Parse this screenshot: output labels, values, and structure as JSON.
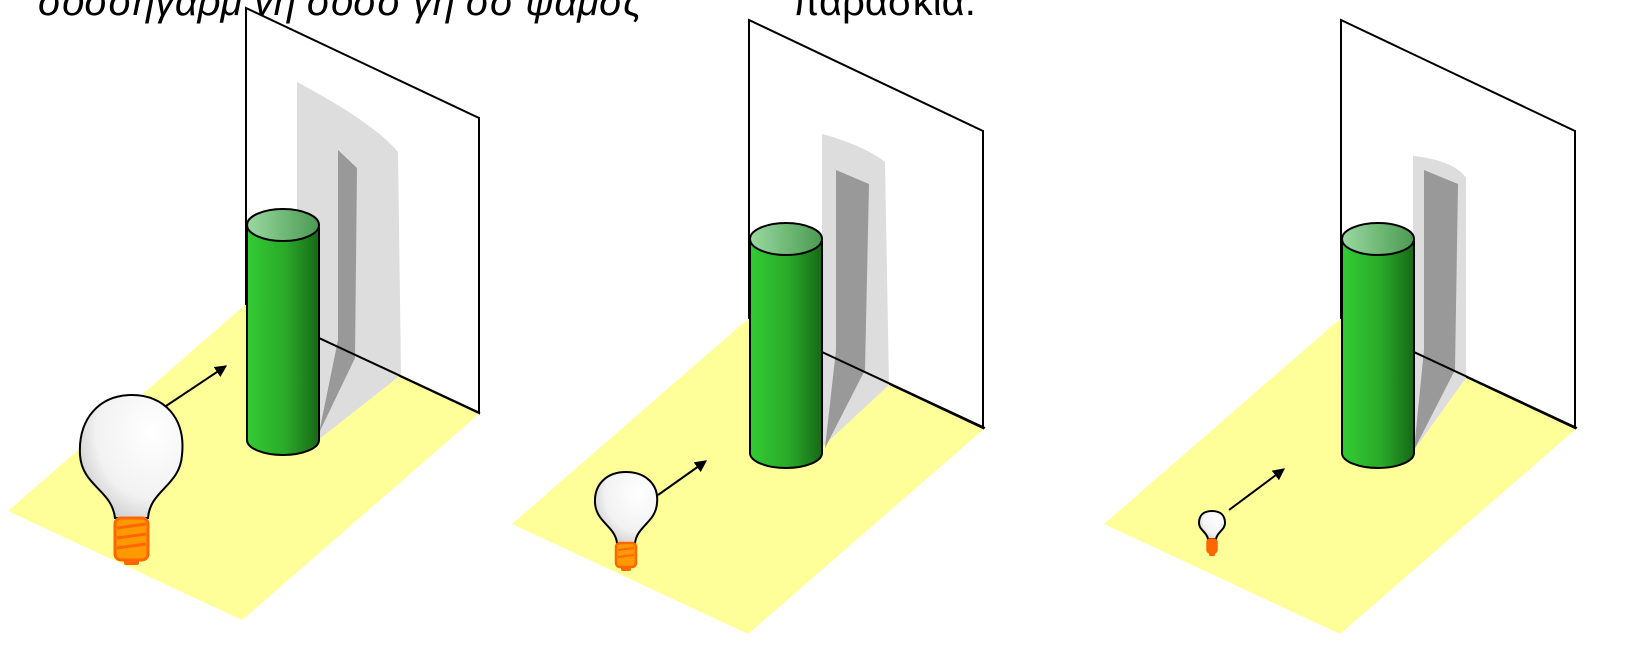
{
  "captions": {
    "left_clipped": "σοσσηγαρμ γη σοσσ γη σσ ψαμσς",
    "right_clipped": "παρασκια."
  },
  "colors": {
    "floor": "#ffff99",
    "cylinder_dark": "#1a7a1a",
    "cylinder_light": "#33cc33",
    "cylinder_top": "#8fd49a",
    "umbra": "#999999",
    "penumbra": "#dddddd",
    "bulb_base": "#ff9900",
    "bulb_base_outline": "#ff6600",
    "arrow": "#000000"
  },
  "scenes": [
    {
      "id": "large-source",
      "bulb_size": "large"
    },
    {
      "id": "medium-source",
      "bulb_size": "medium"
    },
    {
      "id": "small-source",
      "bulb_size": "small"
    }
  ]
}
